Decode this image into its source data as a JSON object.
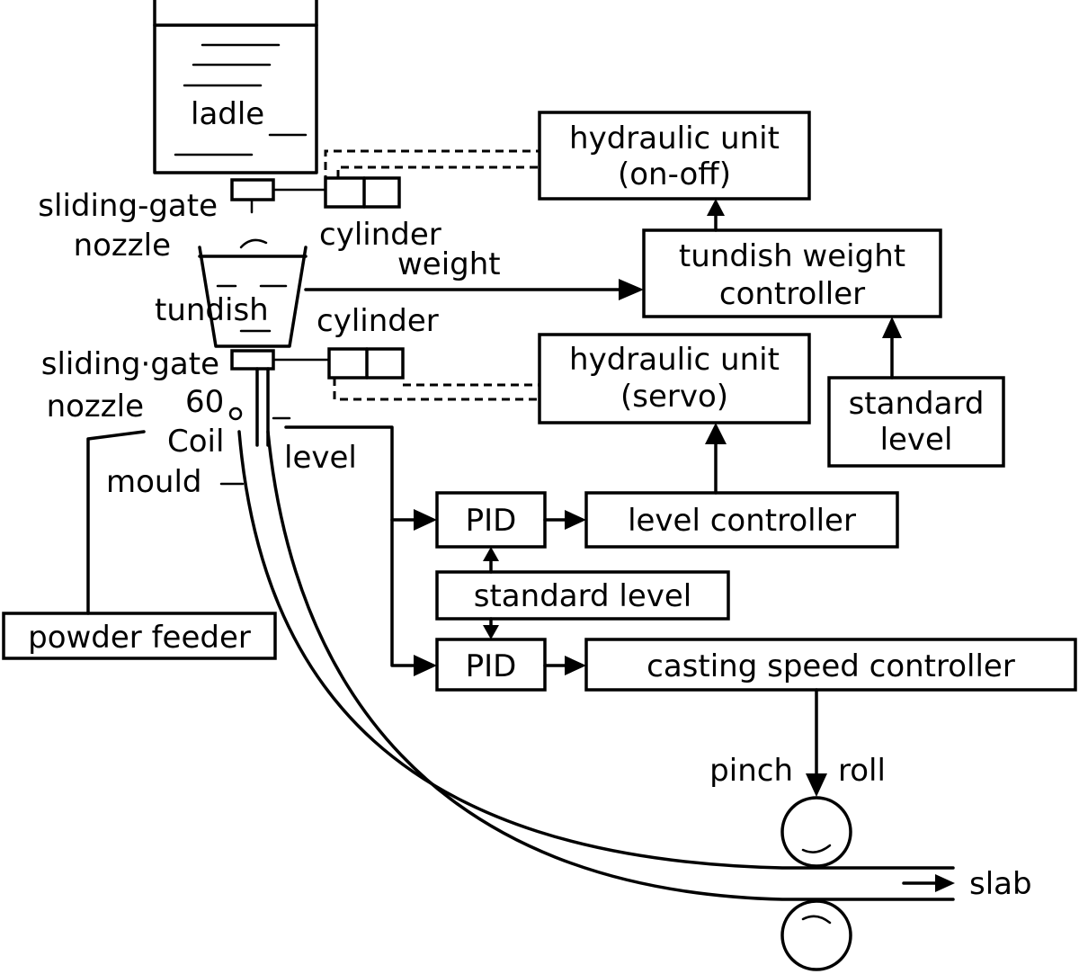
{
  "labels": {
    "ladle": "ladle",
    "sliding_gate_1_line1": "sliding-gate",
    "sliding_gate_1_line2": "nozzle",
    "cylinder_1": "cylinder",
    "weight": "weight",
    "tundish": "tundish",
    "cylinder_2": "cylinder",
    "sliding_gate_2_line1": "sliding·gate",
    "sliding_gate_2_line2": "nozzle",
    "sixty": "60",
    "coil": "Coil",
    "level": "level",
    "mould": "mould",
    "powder_feeder": "powder feeder",
    "pinch": "pinch",
    "roll": "roll",
    "slab": "slab"
  },
  "boxes": {
    "hydraulic_onoff_line1": "hydraulic unit",
    "hydraulic_onoff_line2": "(on-off)",
    "tundish_weight_line1": "tundish weight",
    "tundish_weight_line2": "controller",
    "hydraulic_servo_line1": "hydraulic unit",
    "hydraulic_servo_line2": "(servo)",
    "standard_level_right_line1": "standard",
    "standard_level_right_line2": "level",
    "pid_top": "PID",
    "level_controller": "level controller",
    "standard_level_mid": "standard level",
    "pid_bottom": "PID",
    "casting_speed_controller": "casting speed controller"
  }
}
